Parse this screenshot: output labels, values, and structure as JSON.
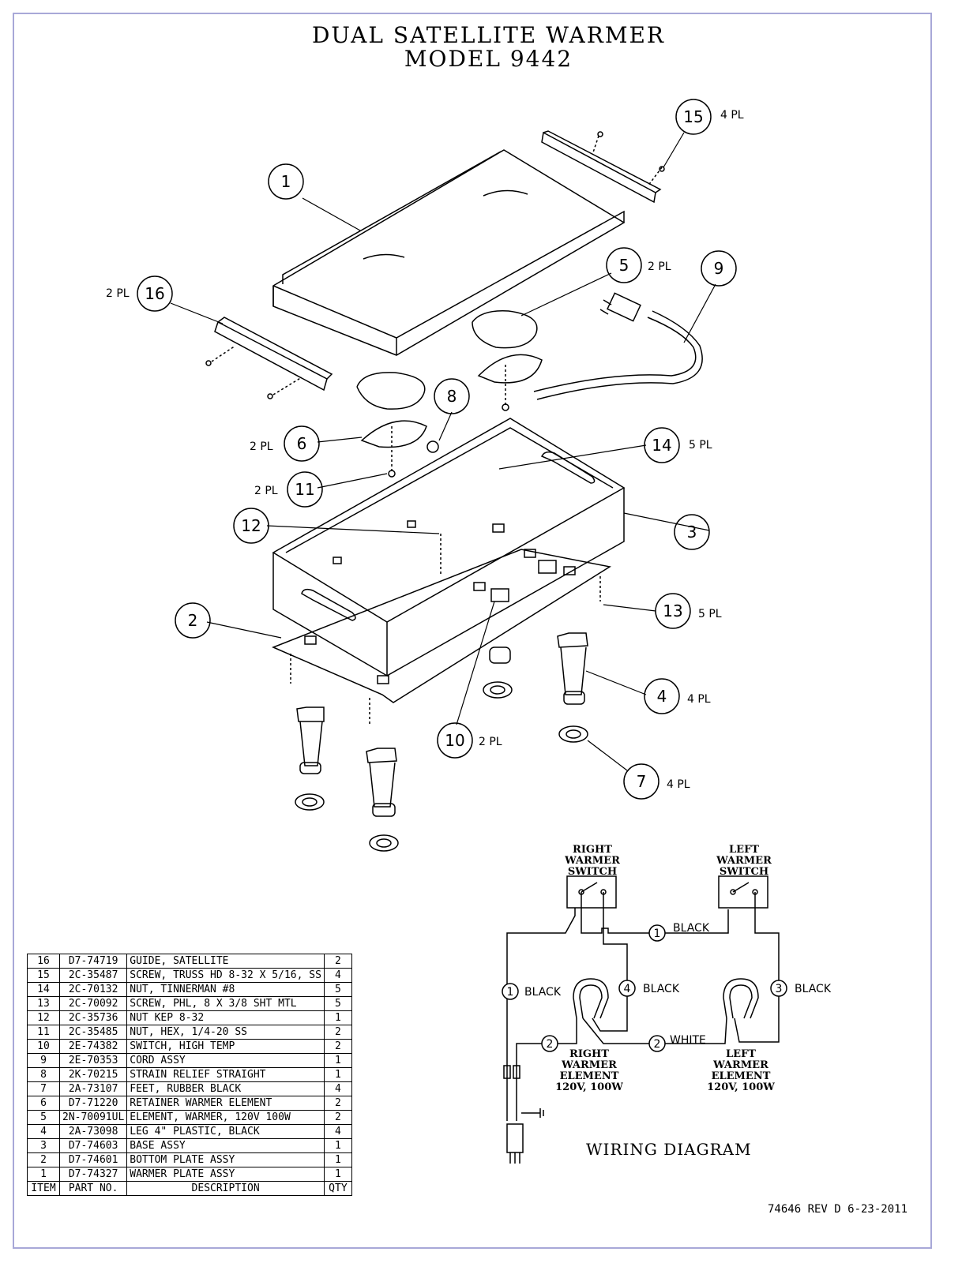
{
  "title": {
    "line1": "DUAL SATELLITE WARMER",
    "line2": "MODEL 9442"
  },
  "callouts": [
    {
      "num": "1",
      "qty": ""
    },
    {
      "num": "2",
      "qty": ""
    },
    {
      "num": "3",
      "qty": ""
    },
    {
      "num": "4",
      "qty": "4 PL"
    },
    {
      "num": "5",
      "qty": "2 PL"
    },
    {
      "num": "6",
      "qty": "2 PL"
    },
    {
      "num": "7",
      "qty": "4 PL"
    },
    {
      "num": "8",
      "qty": ""
    },
    {
      "num": "9",
      "qty": ""
    },
    {
      "num": "10",
      "qty": "2 PL"
    },
    {
      "num": "11",
      "qty": "2 PL"
    },
    {
      "num": "12",
      "qty": ""
    },
    {
      "num": "13",
      "qty": "5 PL"
    },
    {
      "num": "14",
      "qty": "5 PL"
    },
    {
      "num": "15",
      "qty": "4 PL"
    },
    {
      "num": "16",
      "qty": "2 PL"
    }
  ],
  "parts_table": {
    "headers": {
      "item": "ITEM",
      "part": "PART NO.",
      "desc": "DESCRIPTION",
      "qty": "QTY"
    },
    "rows": [
      {
        "item": "16",
        "part": "D7-74719",
        "desc": "GUIDE, SATELLITE",
        "qty": "2"
      },
      {
        "item": "15",
        "part": "2C-35487",
        "desc": "SCREW, TRUSS HD 8-32 X 5/16, SS",
        "qty": "4"
      },
      {
        "item": "14",
        "part": "2C-70132",
        "desc": "NUT, TINNERMAN #8",
        "qty": "5"
      },
      {
        "item": "13",
        "part": "2C-70092",
        "desc": "SCREW, PHL, 8 X 3/8 SHT MTL",
        "qty": "5"
      },
      {
        "item": "12",
        "part": "2C-35736",
        "desc": "NUT KEP 8-32",
        "qty": "1"
      },
      {
        "item": "11",
        "part": "2C-35485",
        "desc": "NUT, HEX, 1/4-20 SS",
        "qty": "2"
      },
      {
        "item": "10",
        "part": "2E-74382",
        "desc": "SWITCH, HIGH TEMP",
        "qty": "2"
      },
      {
        "item": "9",
        "part": "2E-70353",
        "desc": "CORD ASSY",
        "qty": "1"
      },
      {
        "item": "8",
        "part": "2K-70215",
        "desc": "STRAIN RELIEF STRAIGHT",
        "qty": "1"
      },
      {
        "item": "7",
        "part": "2A-73107",
        "desc": "FEET, RUBBER BLACK",
        "qty": "4"
      },
      {
        "item": "6",
        "part": "D7-71220",
        "desc": "RETAINER WARMER ELEMENT",
        "qty": "2"
      },
      {
        "item": "5",
        "part": "2N-70091UL",
        "desc": "ELEMENT, WARMER, 120V 100W",
        "qty": "2"
      },
      {
        "item": "4",
        "part": "2A-73098",
        "desc": "LEG 4\" PLASTIC, BLACK",
        "qty": "4"
      },
      {
        "item": "3",
        "part": "D7-74603",
        "desc": "BASE ASSY",
        "qty": "1"
      },
      {
        "item": "2",
        "part": "D7-74601",
        "desc": "BOTTOM PLATE ASSY",
        "qty": "1"
      },
      {
        "item": "1",
        "part": "D7-74327",
        "desc": "WARMER PLATE ASSY",
        "qty": "1"
      }
    ]
  },
  "wiring": {
    "title": "WIRING DIAGRAM",
    "right_switch": [
      "RIGHT",
      "WARMER SWITCH"
    ],
    "left_switch": [
      "LEFT",
      "WARMER SWITCH"
    ],
    "right_element": [
      "RIGHT",
      "WARMER ELEMENT",
      "120V, 100W"
    ],
    "left_element": [
      "LEFT",
      "WARMER ELEMENT",
      "120V, 100W"
    ],
    "wires": [
      {
        "num": "1",
        "color": "BLACK"
      },
      {
        "num": "1",
        "color": "BLACK"
      },
      {
        "num": "4",
        "color": "BLACK"
      },
      {
        "num": "3",
        "color": "BLACK"
      },
      {
        "num": "2",
        "color": ""
      },
      {
        "num": "2",
        "color": "WHITE"
      }
    ]
  },
  "revision": "74646 REV D 6-23-2011"
}
